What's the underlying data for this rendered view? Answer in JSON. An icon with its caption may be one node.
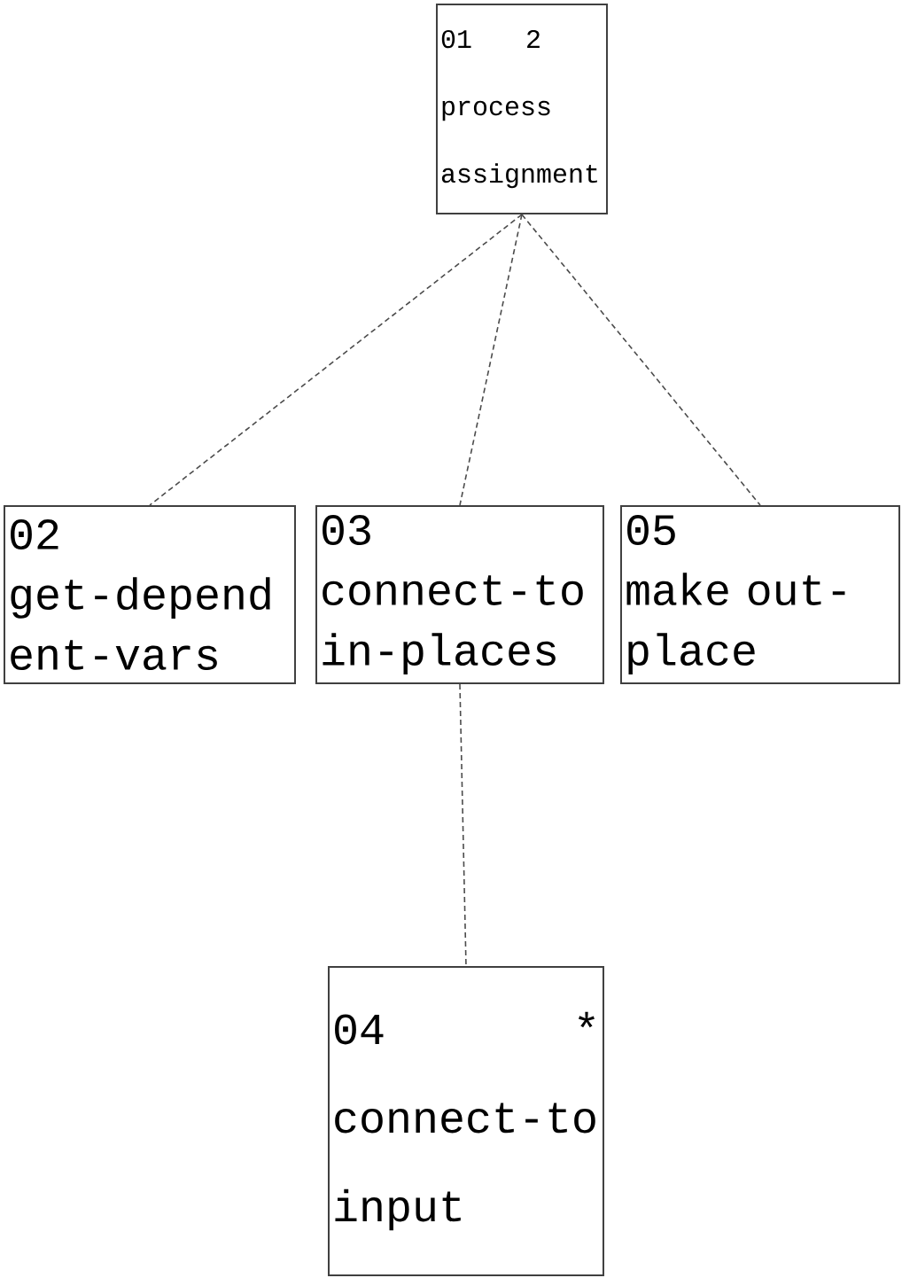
{
  "diagram": {
    "nodes": [
      {
        "text": [
          "01",
          "2",
          "process assignment"
        ]
      },
      {
        "text": [
          "02",
          "get-depend ent-vars"
        ]
      },
      {
        "text": [
          "03",
          "connect-to in-places"
        ]
      },
      {
        "text": [
          "05",
          "make out-place"
        ]
      },
      {
        "text": [
          "04",
          "*",
          "connect-to input"
        ]
      }
    ],
    "edges": [
      {
        "from": 0,
        "to": 1,
        "arrow": "none"
      },
      {
        "from": 0,
        "to": 2,
        "arrow": "none"
      },
      {
        "from": 0,
        "to": 3,
        "arrow": "none"
      },
      {
        "from": 2,
        "to": 4,
        "arrow": "none"
      }
    ]
  }
}
